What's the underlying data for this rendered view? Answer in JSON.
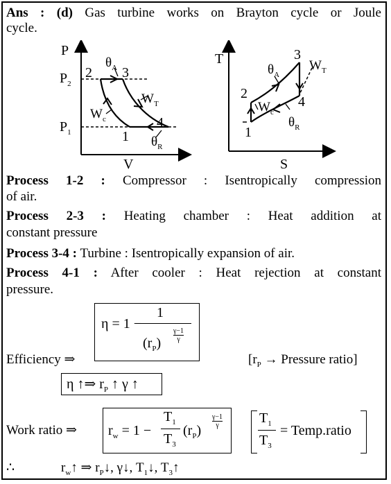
{
  "answer": {
    "prefix": "Ans : (d)",
    "line1": "Gas turbine works on Brayton cycle or Joule",
    "line2": "cycle."
  },
  "pv_diagram": {
    "y_axis": "P",
    "x_axis": "V",
    "p2_label": "P",
    "p2_sub": "2",
    "p1_label": "P",
    "p1_sub": "1",
    "points": [
      "2",
      "3",
      "4",
      "1"
    ],
    "theta_a": "θ",
    "theta_a_sub": "A",
    "wt": "W",
    "wt_sub": "T",
    "wc": "W",
    "wc_sub": "c",
    "theta_r": "θ",
    "theta_r_sub": "R"
  },
  "ts_diagram": {
    "y_axis": "T",
    "x_axis": "S",
    "points": [
      "3",
      "2",
      "4",
      "1"
    ],
    "theta_a": "θ",
    "theta_a_sub": "A",
    "wt": "W",
    "wt_sub": "T",
    "wc": "W",
    "wc_sub": "c",
    "theta_r": "θ",
    "theta_r_sub": "R"
  },
  "processes": [
    {
      "label": "Process 1-2 :",
      "text": "Compressor : Isentropically compression",
      "cont": "of air."
    },
    {
      "label": "Process 2-3 :",
      "text": "Heating chamber : Heat addition at",
      "cont": "constant pressure"
    },
    {
      "label": "Process 3-4 :",
      "text": "Turbine : Isentropically expansion of air.",
      "cont": ""
    },
    {
      "label": "Process 4-1 :",
      "text": "After cooler : Heat rejection at constant",
      "cont": "pressure."
    }
  ],
  "efficiency": {
    "label": "Efficiency ⇒",
    "lhs": "η = 1 −",
    "num": "1",
    "base": "(r",
    "base_sub": "P",
    "base_close": ")",
    "exp_num": "γ−1",
    "exp_den": "γ",
    "note": "[r",
    "note_sub": "P",
    "note_rest": " → Pressure ratio]"
  },
  "trend": {
    "text": "η ↑⇒ r",
    "sub": "P",
    "rest": " ↑ γ ↑"
  },
  "work_ratio": {
    "label": "Work ratio ⇒",
    "lhs": "r",
    "lhs_sub": "w",
    "eq": " = 1 −",
    "num": "T",
    "num_sub": "1",
    "den": "T",
    "den_sub": "3",
    "base": "(r",
    "base_sub": "P",
    "base_close": ")",
    "exp_num": "γ−1",
    "exp_den": "γ",
    "ratio_num": "T",
    "ratio_num_sub": "1",
    "ratio_den": "T",
    "ratio_den_sub": "3",
    "ratio_text": "= Temp.ratio"
  },
  "conclusion": {
    "therefore": "∴",
    "text": "r",
    "sub_w": "w",
    "part1": "↑ ⇒ r",
    "sub_p": "P",
    "part2": "↓, γ↓, T",
    "sub_1": "1",
    "part3": "↓, T",
    "sub_3": "3",
    "part4": "↑"
  }
}
